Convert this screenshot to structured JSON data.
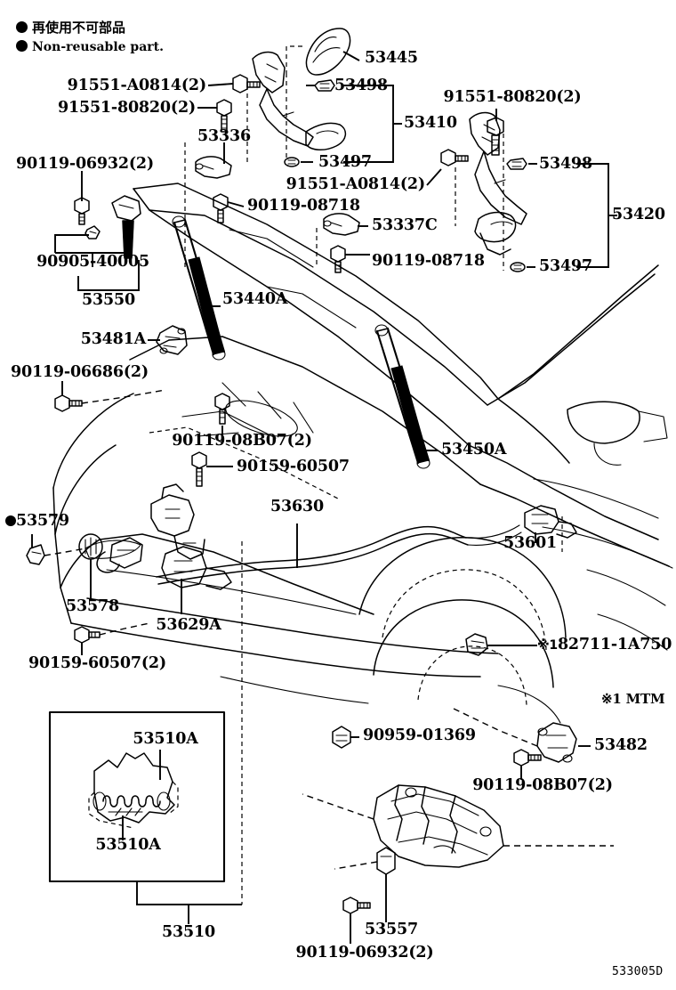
{
  "diagram": {
    "code": "533005D",
    "legend": {
      "jp": "再使用不可部品",
      "en": "Non-reusable part.",
      "marker": "filled-circle"
    },
    "notes": [
      {
        "id": "note-mtm",
        "text": "※1 MTM"
      }
    ]
  },
  "labels": {
    "l_91551_a0814_top": "91551-A0814(2)",
    "l_91551_80820_left": "91551-80820(2)",
    "l_53336": "53336",
    "l_90119_06932_left": "90119-06932(2)",
    "l_90905_40005": "90905-40005",
    "l_53550": "53550",
    "l_53440a": "53440A",
    "l_53481a": "53481A",
    "l_90119_06686": "90119-06686(2)",
    "l_90119_08b07_mid": "90119-08B07(2)",
    "l_90159_60507_mid": "90159-60507",
    "l_53579": "53579",
    "l_53578": "53578",
    "l_53629a": "53629A",
    "l_90159_60507_2": "90159-60507(2)",
    "l_53630": "53630",
    "l_53445": "53445",
    "l_53498_left": "53498",
    "l_53410": "53410",
    "l_53497_left": "53497",
    "l_91551_a0814_mid": "91551-A0814(2)",
    "l_90119_08718_left": "90119-08718",
    "l_53337c": "53337C",
    "l_90119_08718_mid": "90119-08718",
    "l_91551_80820_right": "91551-80820(2)",
    "l_53498_right": "53498",
    "l_53420": "53420",
    "l_53497_right": "53497",
    "l_53450a": "53450A",
    "l_53601": "53601",
    "l_82711": "82711-1A750",
    "l_82711_star": "※1",
    "l_90959_01369": "90959-01369",
    "l_53482": "53482",
    "l_90119_08b07_bot": "90119-08B07(2)",
    "l_53557": "53557",
    "l_90119_06932_bot": "90119-06932(2)",
    "l_53510a_top": "53510A",
    "l_53510a_bot": "53510A",
    "l_53510": "53510"
  },
  "colors": {
    "ink": "#000000",
    "paper": "#ffffff"
  }
}
